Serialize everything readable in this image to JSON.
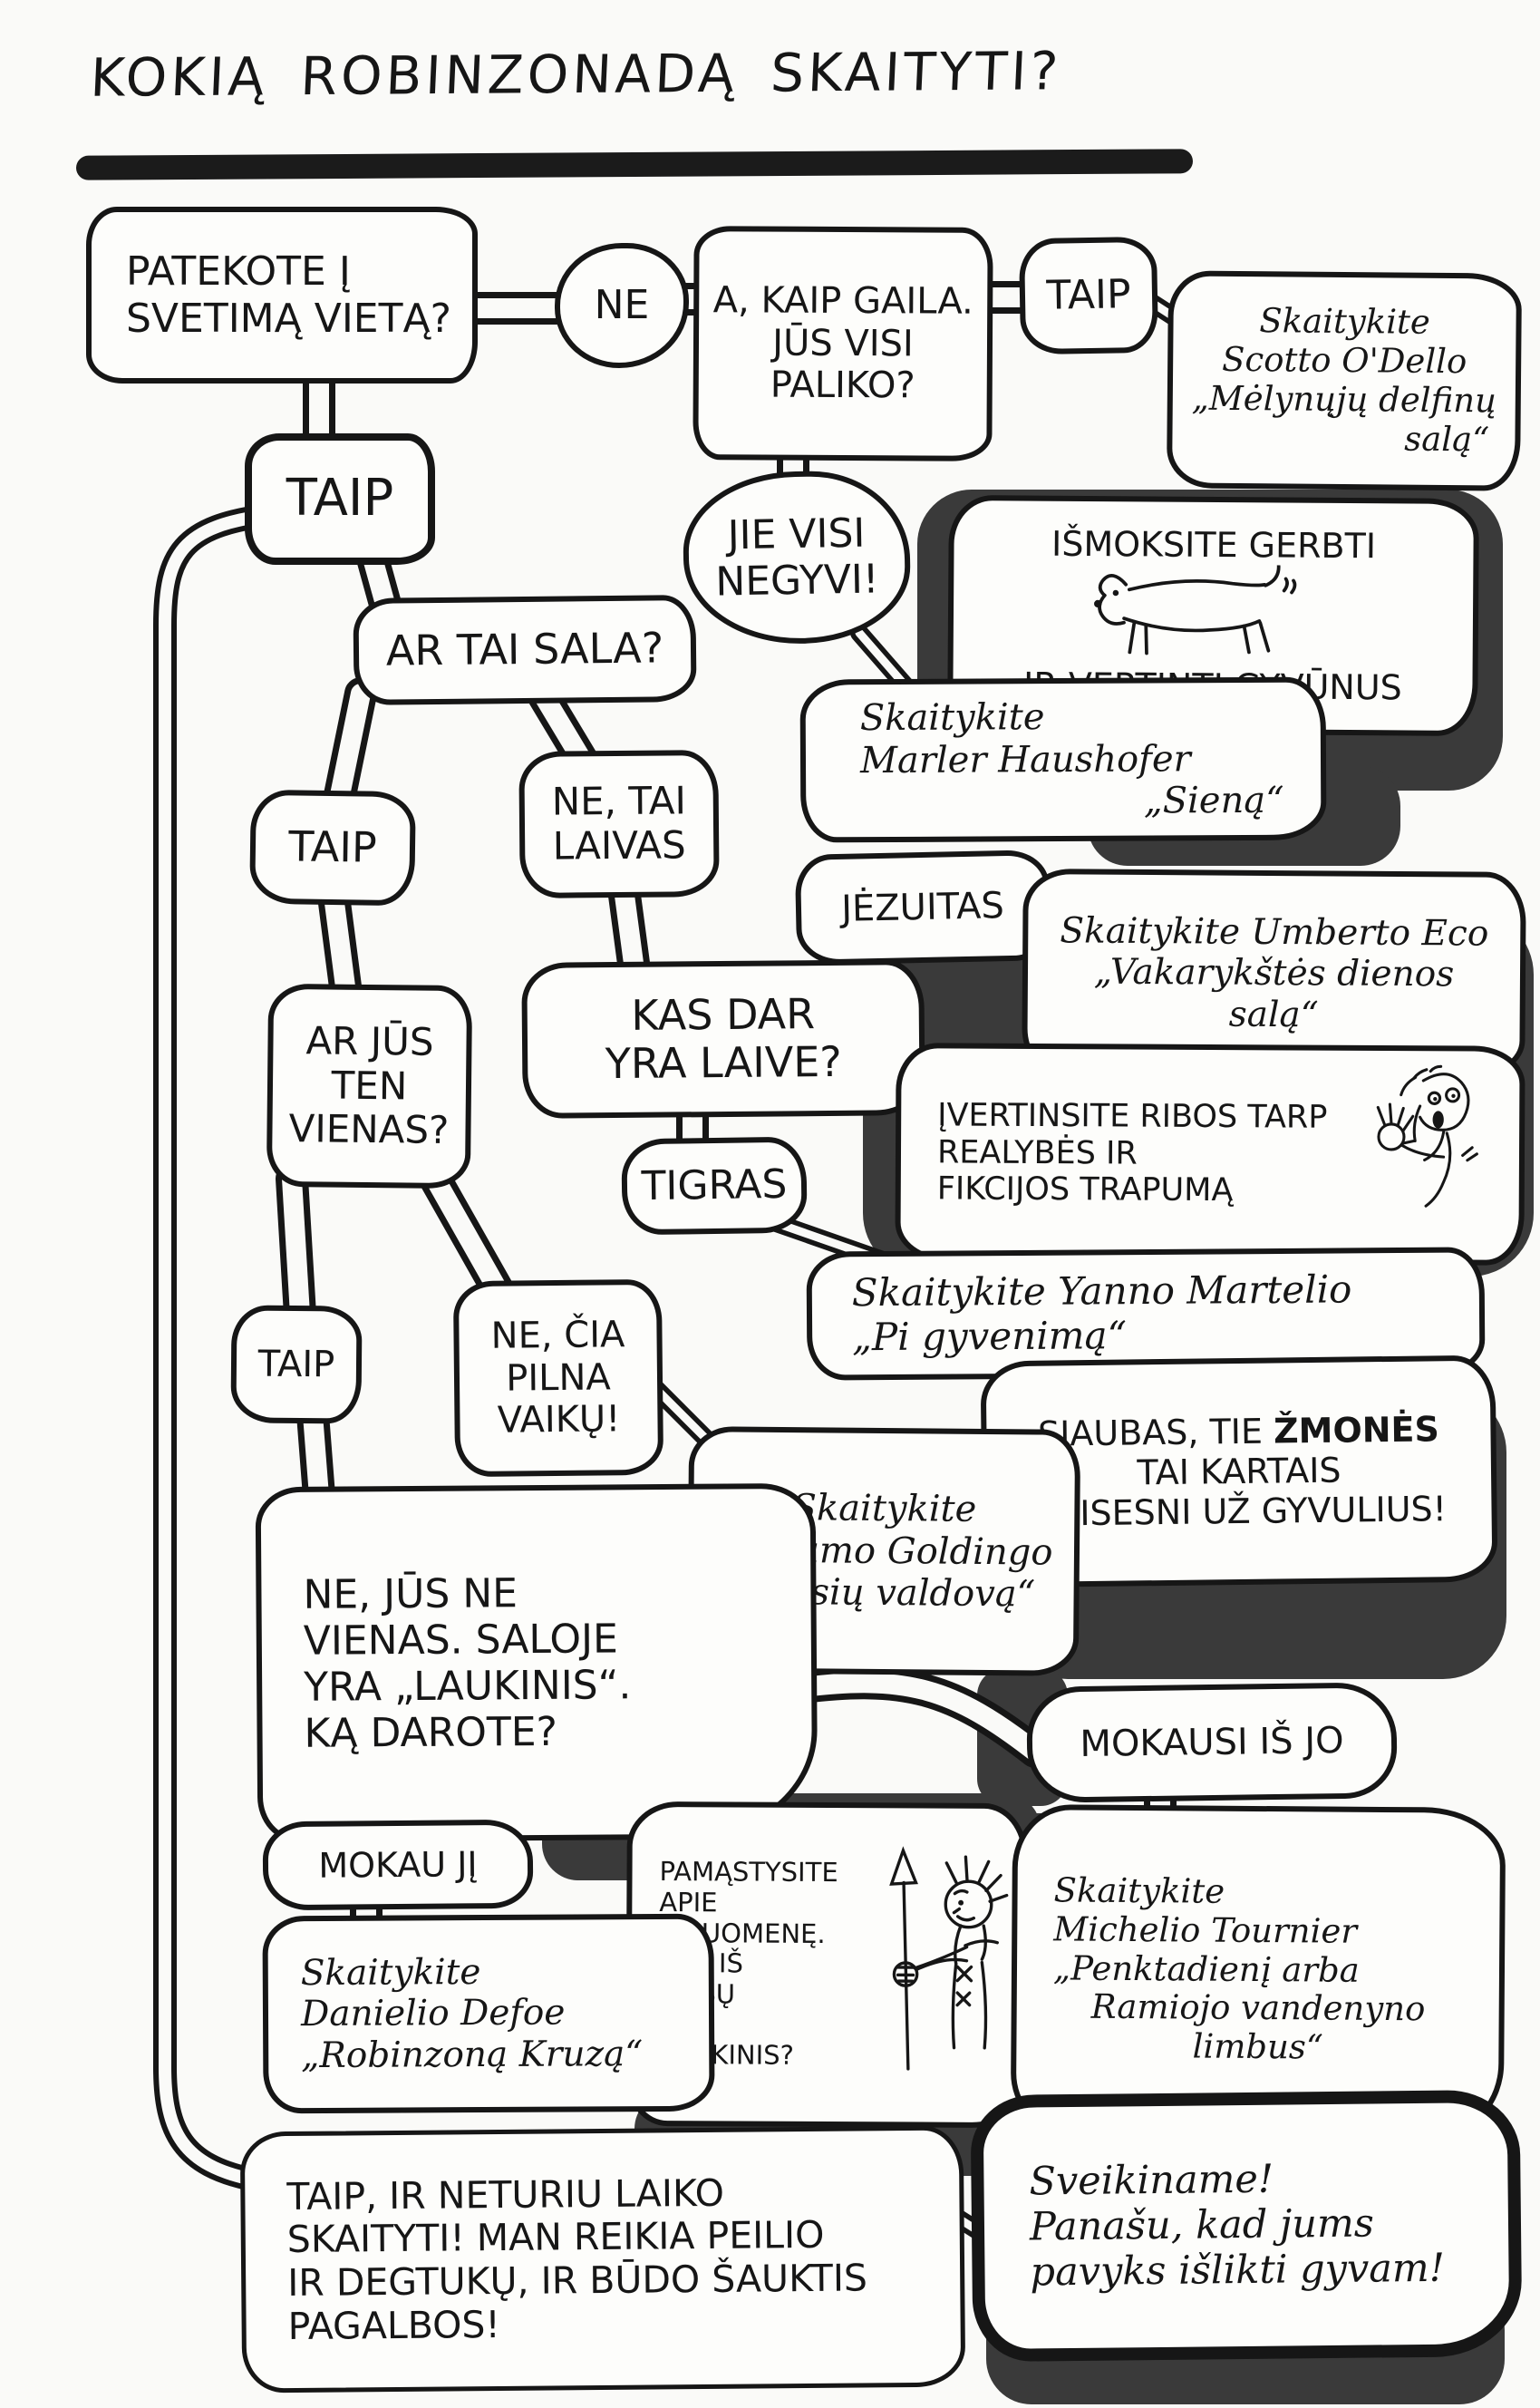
{
  "title": {
    "text": "KOKIĄ ROBINZONADĄ SKAITYTI?"
  },
  "colors": {
    "ink": "#161616",
    "paper": "#fafaf8",
    "shadow": "#3a3a3a"
  },
  "bubbles": {
    "q_start": {
      "text": "PATEKOTE Į\nSVETIMĄ VIETĄ?"
    },
    "ans_ne": {
      "text": "NE"
    },
    "q_abandoned": {
      "text": "A, KAIP GAILA.\nJŪS VISI\nPALIKO?"
    },
    "ans_taip_abandoned": {
      "text": "TAIP"
    },
    "rec_odell": {
      "line1": "Skaitykite\nScotto O'Dello\n„Mėlynųjų delfinų",
      "line2": "salą“"
    },
    "ans_taip_start": {
      "text": "TAIP"
    },
    "ans_all_dead": {
      "text": "JIE VISI\nNEGYVI!"
    },
    "note_animals": {
      "line1": "IŠMOKSITE GERBTI",
      "line2": "IR VERTINTI GYVŪNUS",
      "icon": "dog-icon"
    },
    "rec_haushofer": {
      "line1": "Skaitykite\nMarler Haushofer",
      "line2": "„Sieną“"
    },
    "q_island": {
      "text": "AR TAI SALA?"
    },
    "ans_taip_island": {
      "text": "TAIP"
    },
    "ans_ship": {
      "text": "NE, TAI\nLAIVAS"
    },
    "ans_jesuit": {
      "text": "JĖZUITAS"
    },
    "rec_eco": {
      "line1": "Skaitykite Umberto Eco\n„Vakarykštės dienos",
      "line2": "salą“"
    },
    "q_ship_what_else": {
      "text": "KAS DAR\nYRA LAIVE?"
    },
    "note_fiction": {
      "text": "ĮVERTINSITE RIBOS TARP\nREALYBĖS IR\nFIKCIJOS TRAPUMĄ",
      "icon": "waving-person-icon"
    },
    "q_alone": {
      "text": "AR JŪS\nTEN\nVIENAS?"
    },
    "ans_tiger": {
      "text": "TIGRAS"
    },
    "rec_martel": {
      "text": "Skaitykite Yanno Martelio\n„Pi gyvenimą“"
    },
    "ans_taip_alone": {
      "text": "TAIP"
    },
    "ans_kids": {
      "text": "NE, ČIA\nPILNA\nVAIKŲ!"
    },
    "note_horror": {
      "pre": "SIAUBAS, TIE ",
      "bold": "ŽMONĖS",
      "rest": "TAI KARTAIS\nBAISESNI UŽ GYVULIUS!"
    },
    "rec_golding": {
      "text": "Skaitykite\nWilliamo Goldingo\n„Musių valdovą“"
    },
    "q_savage": {
      "text": "NE, JŪS NE\nVIENAS. SALOJE\nYRA „LAUKINIS“.\nKĄ DAROTE?"
    },
    "ans_learn_from": {
      "text": "MOKAUSI IŠ JO"
    },
    "ans_teach": {
      "text": "MOKAU JĮ"
    },
    "note_society": {
      "text": "PAMĄSTYSITE\nAPIE VISUOMENĘ.\nKAS IŠ\nTIESŲ\nYRA\nLAUKINIS?",
      "icon": "spear-person-icon"
    },
    "rec_tournier": {
      "line1": "Skaitykite\nMichelio Tournier\n„Penktadienį arba",
      "line2": "Ramiojo vandenyno\nlimbus“"
    },
    "rec_defoe": {
      "text": "Skaitykite\nDanielio Defoe\n„Robinzoną Kruzą“"
    },
    "ans_no_time": {
      "text": "TAIP, IR NETURIU LAIKO\nSKAITYTI! MAN REIKIA PEILIO\nIR DEGTUKŲ, IR BŪDO ŠAUKTIS\nPAGALBOS!"
    },
    "note_congrats": {
      "text": "Sveikiname!\nPanašu, kad jums\npavyks išlikti gyvam!"
    }
  }
}
